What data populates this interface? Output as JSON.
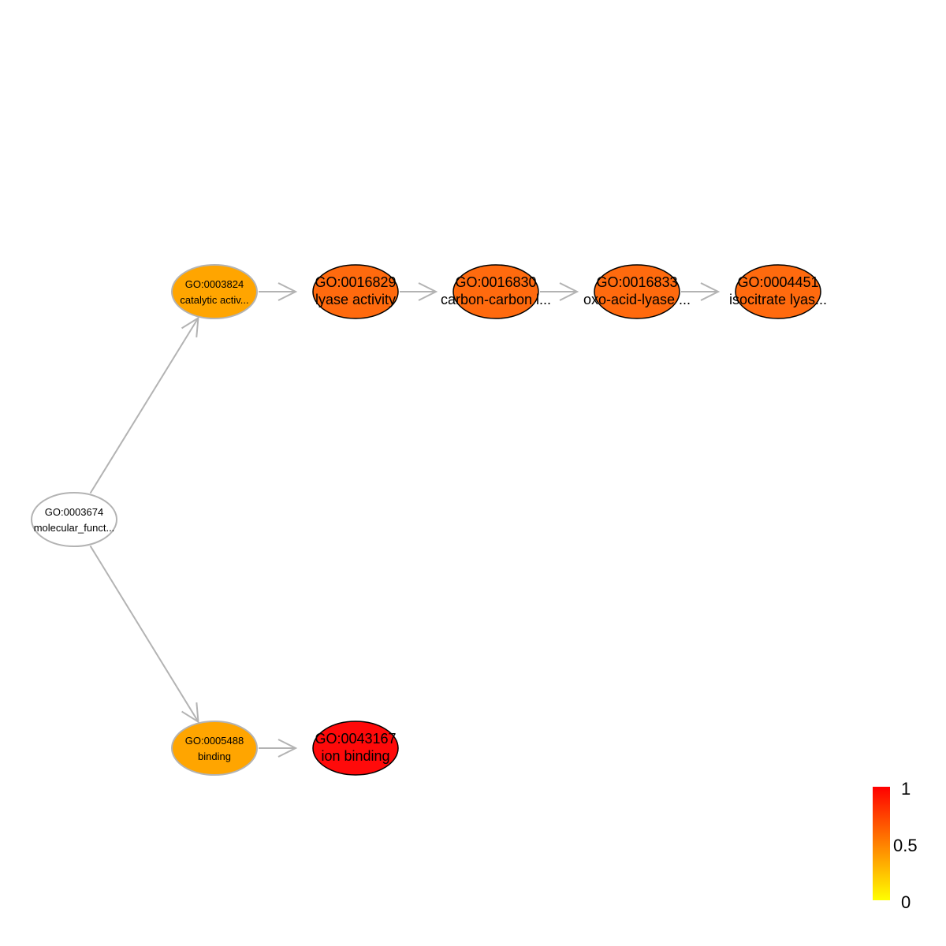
{
  "nodes": [
    {
      "id": "n3674",
      "go": "GO:0003674",
      "name": "molecular_funct...",
      "fill": "#ffffff",
      "stroke": "#b3b3b3",
      "size": "small"
    },
    {
      "id": "n3824",
      "go": "GO:0003824",
      "name": "catalytic activ...",
      "fill": "#ffa500",
      "stroke": "#b3b3b3",
      "size": "small"
    },
    {
      "id": "n5488",
      "go": "GO:0005488",
      "name": "binding",
      "fill": "#ffa500",
      "stroke": "#b3b3b3",
      "size": "small"
    },
    {
      "id": "n16829",
      "go": "GO:0016829",
      "name": "lyase activity",
      "fill": "#ff6a0e",
      "stroke": "#000000",
      "size": "big"
    },
    {
      "id": "n16830",
      "go": "GO:0016830",
      "name": "carbon-carbon l...",
      "fill": "#ff6a0e",
      "stroke": "#000000",
      "size": "big"
    },
    {
      "id": "n16833",
      "go": "GO:0016833",
      "name": "oxo-acid-lyase ...",
      "fill": "#ff6a0e",
      "stroke": "#000000",
      "size": "big"
    },
    {
      "id": "n4451",
      "go": "GO:0004451",
      "name": "isocitrate lyas...",
      "fill": "#ff6a0e",
      "stroke": "#000000",
      "size": "big"
    },
    {
      "id": "n43167",
      "go": "GO:0043167",
      "name": "ion binding",
      "fill": "#ff0a0a",
      "stroke": "#000000",
      "size": "big"
    }
  ],
  "edges": [
    {
      "from": "n3674",
      "to": "n3824"
    },
    {
      "from": "n3674",
      "to": "n5488"
    },
    {
      "from": "n3824",
      "to": "n16829"
    },
    {
      "from": "n16829",
      "to": "n16830"
    },
    {
      "from": "n16830",
      "to": "n16833"
    },
    {
      "from": "n16833",
      "to": "n4451"
    },
    {
      "from": "n5488",
      "to": "n43167"
    }
  ],
  "legend": {
    "ticks": [
      "1",
      "0.5",
      "0"
    ],
    "color_low": "#ffff00",
    "color_mid": "#ff8000",
    "color_high": "#ff0000"
  },
  "edge_color": "#b3b3b3"
}
